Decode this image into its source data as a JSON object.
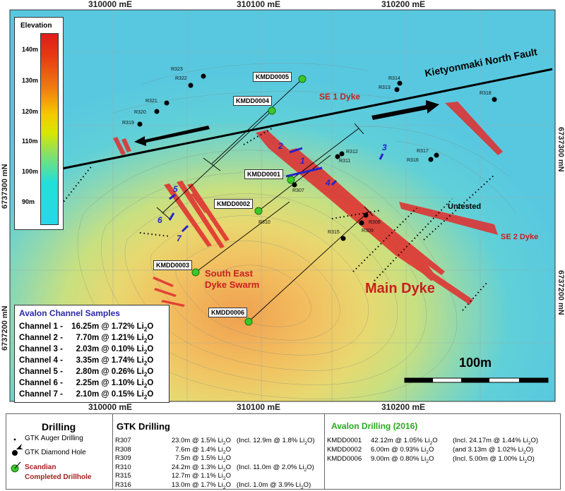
{
  "coords": {
    "top_e": [
      "310000 mE",
      "310100 mE",
      "310200 mE"
    ],
    "bottom_e": [
      "310000 mE",
      "310100 mE",
      "310200 mE"
    ],
    "left_n": [
      "6737300 mN",
      "6737200 mN"
    ],
    "right_n": [
      "6737300 mN",
      "6737200 mN"
    ]
  },
  "elevation_legend": {
    "title": "Elevation",
    "ticks": [
      "140m",
      "130m",
      "120m",
      "110m",
      "100m",
      "90m"
    ]
  },
  "map_labels": {
    "fault": "Kietyonmaki North Fault",
    "se1": "SE 1 Dyke",
    "se2": "SE 2 Dyke",
    "untested": "Untested",
    "main_dyke": "Main Dyke",
    "swarm_line1": "South East",
    "swarm_line2": "Dyke Swarm",
    "scale": "100m"
  },
  "scandian_holes": [
    "KMDD0005",
    "KMDD0004",
    "KMDD0001",
    "KMDD0002",
    "KMDD0003",
    "KMDD0006"
  ],
  "gtk_holes": [
    "R323",
    "R322",
    "R321",
    "R320",
    "R319",
    "R314",
    "R313",
    "R318",
    "R312",
    "R311",
    "R317",
    "R316",
    "R307",
    "R310",
    "R308",
    "R309",
    "R315"
  ],
  "channel_numbers": [
    "1",
    "2",
    "3",
    "4",
    "5",
    "6",
    "7"
  ],
  "channels": {
    "title": "Avalon Channel Samples",
    "rows": [
      {
        "label": "Channel 1 - ",
        "length": "16.25m",
        "grade": "1.72%"
      },
      {
        "label": "Channel 2 - ",
        "length": "7.70m",
        "grade": "1.21%"
      },
      {
        "label": "Channel 3 - ",
        "length": "2.03m",
        "grade": "0.10%"
      },
      {
        "label": "Channel 4 - ",
        "length": "3.35m",
        "grade": "1.74%"
      },
      {
        "label": "Channel 5 - ",
        "length": "2.80m",
        "grade": "0.26%"
      },
      {
        "label": "Channel 6 - ",
        "length": "2.25m",
        "grade": "1.10%"
      },
      {
        "label": "Channel 7 - ",
        "length": "2.10m",
        "grade": "0.15%"
      }
    ]
  },
  "legend_drilling": {
    "title": "Drilling",
    "auger": "GTK Auger Drilling",
    "diamond": "GTK Diamond Hole",
    "scandian_line1": "Scandian",
    "scandian_line2": "Completed Drillhole"
  },
  "gtk_drilling": {
    "title": "GTK Drilling",
    "rows": [
      {
        "id": "R307",
        "value": "23.0m @ 1.5% Li",
        "note": "(Incl. 12.9m @ 1.8% Li",
        "note_end": ")"
      },
      {
        "id": "R308",
        "value": "7.6m @ 1.4% Li",
        "note": "",
        "note_end": ""
      },
      {
        "id": "R309",
        "value": "7.5m @ 1.5% Li",
        "note": "",
        "note_end": ""
      },
      {
        "id": "R310",
        "value": "24.2m @ 1.3% Li",
        "note": "(Incl. 11.0m @ 2.0% Li",
        "note_end": ")"
      },
      {
        "id": "R315",
        "value": "12.7m @ 1.1% Li",
        "note": "",
        "note_end": ""
      },
      {
        "id": "R316",
        "value": "13.0m @ 1.7% Li",
        "note": "(Incl.   1.0m @ 3.9% Li",
        "note_end": ")"
      }
    ]
  },
  "avalon_drilling": {
    "title": "Avalon Drilling (2016)",
    "rows": [
      {
        "id": "KMDD0001",
        "value": "42.12m @ 1.05% Li",
        "note": "(Incl. 24.17m @ 1.44% Li",
        "note_end": ")"
      },
      {
        "id": "KMDD0002",
        "value": "6.00m @ 0.93% Li",
        "note": "(and    3.13m @ 1.02% Li",
        "note_end": ")"
      },
      {
        "id": "KMDD0006",
        "value": "9.00m @ 0.80% Li",
        "note": "(Incl.   5.00m @ 1.00% Li",
        "note_end": ")"
      }
    ]
  },
  "chem": {
    "oxide_sub": "2",
    "oxide_o": "O"
  },
  "colors": {
    "dyke": "#e03030",
    "title_red": "#c81e1e",
    "channel_blue": "#2222cc",
    "scandian_green": "#3cc828",
    "avalon_green": "#2aa81e"
  }
}
